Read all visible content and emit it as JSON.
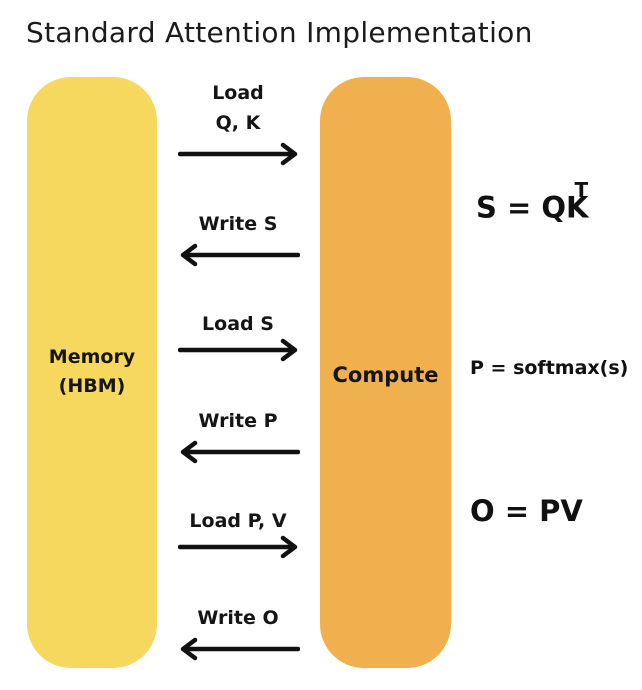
{
  "title": "Standard Attention Implementation",
  "blocks": {
    "memory": {
      "label_line1": "Memory",
      "label_line2": "(HBM)",
      "color": "#f6d85f"
    },
    "compute": {
      "label": "Compute",
      "color": "#f0b04d"
    }
  },
  "transfers": [
    {
      "label_line1": "Load",
      "label_line2": "Q, K",
      "direction": "memory-to-compute"
    },
    {
      "label_line1": "Write S",
      "direction": "compute-to-memory"
    },
    {
      "label_line1": "Load S",
      "direction": "memory-to-compute"
    },
    {
      "label_line1": "Write P",
      "direction": "compute-to-memory"
    },
    {
      "label_line1": "Load P, V",
      "direction": "memory-to-compute"
    },
    {
      "label_line1": "Write O",
      "direction": "compute-to-memory"
    }
  ],
  "equations": {
    "s": {
      "text": "S = QK",
      "superscript": "T"
    },
    "p": {
      "text": "P = softmax(s)"
    },
    "o": {
      "text": "O = PV"
    }
  }
}
